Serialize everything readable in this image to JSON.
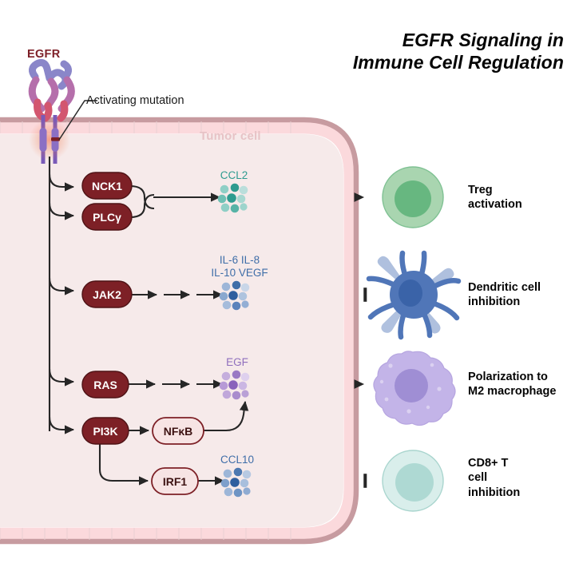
{
  "title": {
    "line1": "EGFR Signaling in",
    "line2": "Immune Cell Regulation"
  },
  "receptor": {
    "name": "EGFR",
    "annotation": "Activating mutation"
  },
  "compartment": {
    "label": "Tumor cell",
    "membrane_outer_color": "#c79ba0",
    "membrane_inner_color": "#fbd9dc",
    "cytoplasm_color": "#f6eaea"
  },
  "nodes": [
    {
      "id": "nck1",
      "label": "NCK1",
      "style": "filled",
      "fill": "#7d2026",
      "text": "#ffffff"
    },
    {
      "id": "plcg",
      "label": "PLCγ",
      "style": "filled",
      "fill": "#7d2026",
      "text": "#ffffff"
    },
    {
      "id": "jak2",
      "label": "JAK2",
      "style": "filled",
      "fill": "#7d2026",
      "text": "#ffffff"
    },
    {
      "id": "ras",
      "label": "RAS",
      "style": "filled",
      "fill": "#7d2026",
      "text": "#ffffff"
    },
    {
      "id": "pi3k",
      "label": "PI3K",
      "style": "filled",
      "fill": "#7d2026",
      "text": "#ffffff"
    },
    {
      "id": "nfkb",
      "label": "NFκB",
      "style": "outline",
      "fill": "#f7e4e4",
      "text": "#3d1212"
    },
    {
      "id": "irf1",
      "label": "IRF1",
      "style": "outline",
      "fill": "#f7e4e4",
      "text": "#3d1212"
    }
  ],
  "mediators": [
    {
      "id": "ccl2",
      "label": "CCL2",
      "color": "#2e9b8f",
      "palette": [
        "#8fcfc6",
        "#2e9b8f",
        "#badedb",
        "#6ec0b4",
        "#2e9b8f",
        "#a8d8d1",
        "#8fcfc6",
        "#57b3a6",
        "#9dd4cc"
      ]
    },
    {
      "id": "cytokines",
      "label": "IL-6  IL-8\nIL-10  VEGF",
      "color": "#3f6ea8",
      "palette": [
        "#9db6d8",
        "#3f6ea8",
        "#c9d6e8",
        "#8aa8cf",
        "#2f5e9e",
        "#aec3de",
        "#a6bcdb",
        "#5b82bb",
        "#93aed4"
      ]
    },
    {
      "id": "egf",
      "label": "EGF",
      "color": "#8f6fbd",
      "palette": [
        "#c5aedd",
        "#9a79c4",
        "#ded0ee",
        "#b79ad6",
        "#8a63bb",
        "#cbb7e3",
        "#c0a7da",
        "#a98ccd",
        "#b9a0d6"
      ]
    },
    {
      "id": "ccl10",
      "label": "CCL10",
      "color": "#3f6ea8",
      "palette": [
        "#9db6d8",
        "#4c78b1",
        "#b7c9e2",
        "#7e9fcb",
        "#2f5e9e",
        "#a8bfdd",
        "#9db6d8",
        "#6e94c4",
        "#8fabd2"
      ]
    }
  ],
  "immune_cells": [
    {
      "id": "treg",
      "label_lines": [
        "Treg",
        "activation"
      ],
      "body": "#a9d5b0",
      "nucleus": "#67b780",
      "outline": "#7fc193",
      "shape": "round"
    },
    {
      "id": "dendritic",
      "label_lines": [
        "Dendritic cell",
        "inhibition"
      ],
      "body": "#5076b8",
      "nucleus": "#3a63a8",
      "outline": "#4a6fae",
      "shape": "dendritic"
    },
    {
      "id": "macrophage",
      "label_lines": [
        "Polarization to",
        "M2 macrophage"
      ],
      "body": "#c3b4e8",
      "nucleus": "#9f8ed4",
      "outline": "#b6a5e0",
      "shape": "ruffled"
    },
    {
      "id": "cd8t",
      "label_lines": [
        "CD8+ T",
        "cell",
        "inhibition"
      ],
      "body": "#d9eeeb",
      "nucleus": "#aed9d3",
      "outline": "#a9d5ce",
      "shape": "round"
    }
  ],
  "edges": [
    {
      "from": "egfr",
      "to": "nck1",
      "type": "activate"
    },
    {
      "from": "egfr",
      "to": "plcg",
      "type": "activate"
    },
    {
      "from": "egfr",
      "to": "jak2",
      "type": "activate"
    },
    {
      "from": "egfr",
      "to": "ras",
      "type": "activate"
    },
    {
      "from": "egfr",
      "to": "pi3k",
      "type": "activate"
    },
    {
      "from": "nck1_plcg",
      "to": "ccl2",
      "type": "activate"
    },
    {
      "from": "jak2",
      "to": "cytokines",
      "type": "activate"
    },
    {
      "from": "ras",
      "to": "egf",
      "type": "activate"
    },
    {
      "from": "pi3k",
      "to": "nfkb",
      "type": "activate"
    },
    {
      "from": "nfkb",
      "to": "egf",
      "type": "activate"
    },
    {
      "from": "pi3k",
      "to": "irf1",
      "type": "activate"
    },
    {
      "from": "irf1",
      "to": "ccl10",
      "type": "activate"
    },
    {
      "from": "ccl2",
      "to": "treg",
      "type": "activate"
    },
    {
      "from": "cytokines",
      "to": "dendritic",
      "type": "inhibit"
    },
    {
      "from": "egf",
      "to": "macrophage",
      "type": "activate"
    },
    {
      "from": "ccl10",
      "to": "cd8t",
      "type": "inhibit"
    }
  ]
}
